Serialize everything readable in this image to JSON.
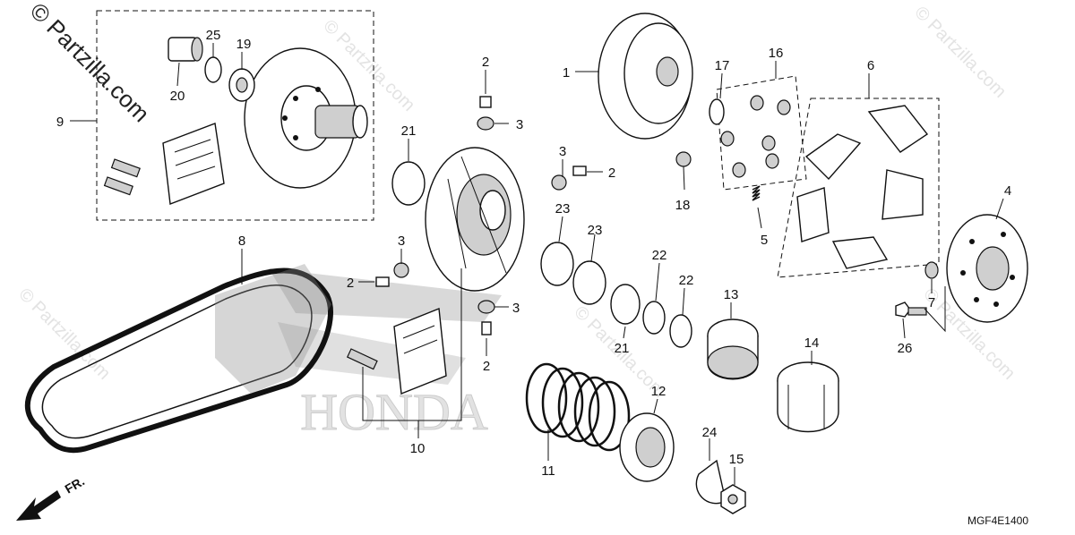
{
  "watermark": {
    "main_text": "© Partzilla.com",
    "faint_text": "© Partzilla.com",
    "logo_text": "HONDA"
  },
  "drawing_code": "MGF4E1400",
  "front_indicator": "FR.",
  "part_labels": {
    "p1": "1",
    "p2a": "2",
    "p2b": "2",
    "p2c": "2",
    "p2d": "2",
    "p3a": "3",
    "p3b": "3",
    "p3c": "3",
    "p3d": "3",
    "p4": "4",
    "p5": "5",
    "p6": "6",
    "p7": "7",
    "p8": "8",
    "p9": "9",
    "p10": "10",
    "p11": "11",
    "p12": "12",
    "p13": "13",
    "p14": "14",
    "p15": "15",
    "p16": "16",
    "p17": "17",
    "p18": "18",
    "p19": "19",
    "p20": "20",
    "p21a": "21",
    "p21b": "21",
    "p22a": "22",
    "p22b": "22",
    "p23a": "23",
    "p23b": "23",
    "p24": "24",
    "p25": "25",
    "p26": "26"
  },
  "colors": {
    "line": "#111111",
    "watermark": "#e3e3e3",
    "shade": "#cfcfcf"
  }
}
